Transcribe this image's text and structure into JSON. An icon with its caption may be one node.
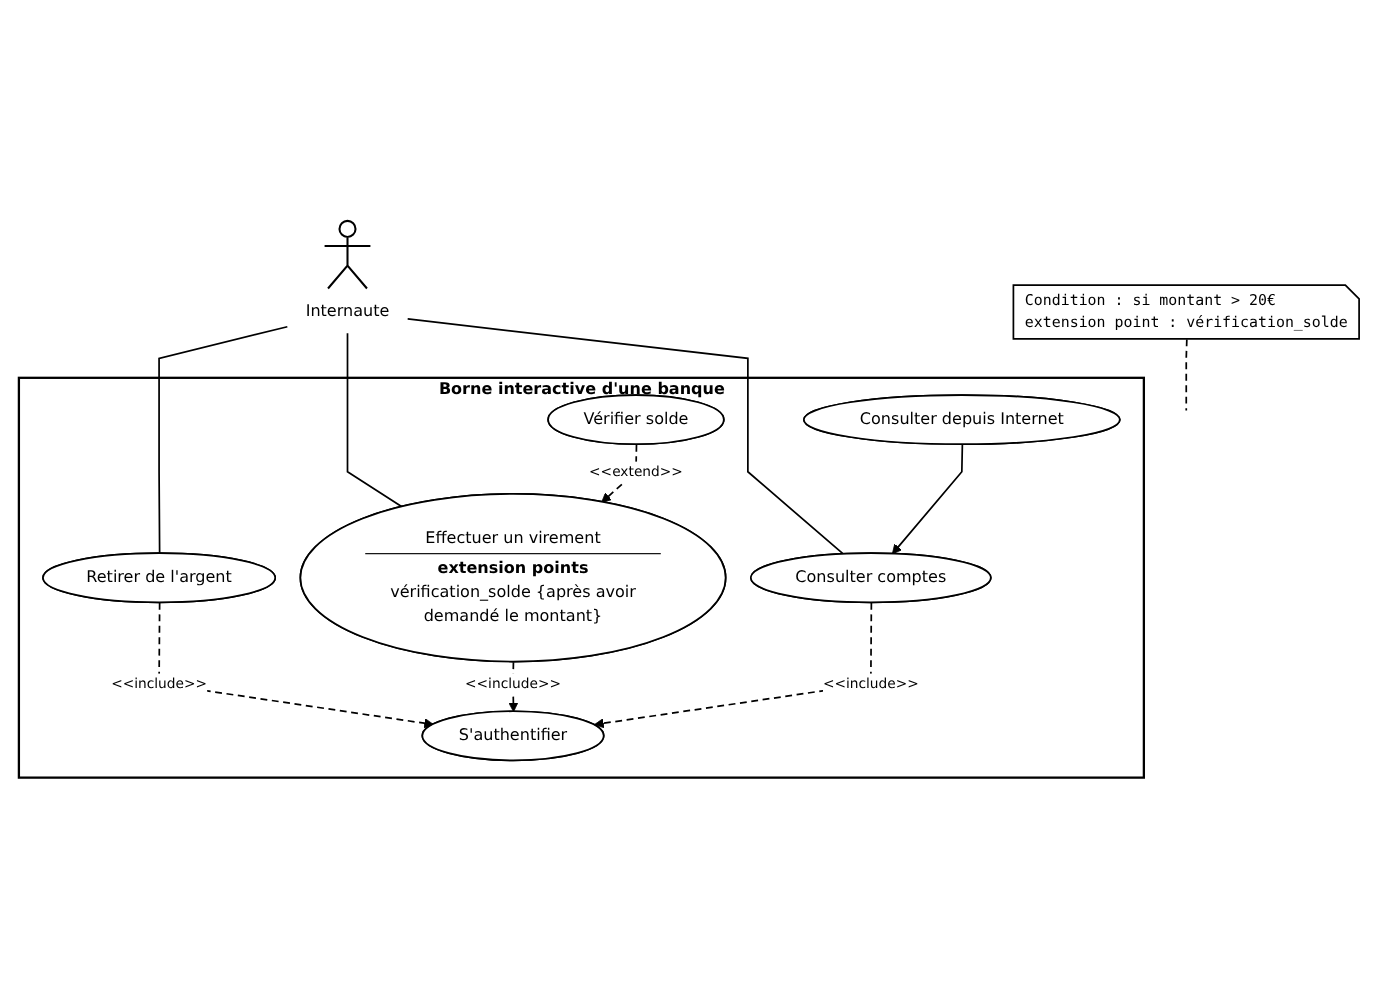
{
  "diagram": {
    "nodes": [
      {
        "text": [
          "Borne interactive d'une banque"
        ]
      },
      {
        "text": [
          "Internaute"
        ]
      },
      {
        "text": [
          "Retirer de l'argent"
        ],
        "in": 0
      },
      {
        "text": [
          "Effectuer un virement",
          "extension points",
          "vérification_solde {après avoir demandé le montant}"
        ],
        "in": 0
      },
      {
        "text": [
          "S'authentifier"
        ],
        "in": 0
      },
      {
        "text": [
          "Vérifier solde"
        ],
        "in": 0
      },
      {
        "text": [
          "Consulter comptes"
        ],
        "in": 0
      },
      {
        "text": [
          "Consulter depuis Internet"
        ],
        "in": 0
      },
      {
        "text": [
          "Condition : si montant > 20€",
          "extension point : vérification_solde"
        ]
      }
    ],
    "edges": [
      {
        "from": 1,
        "to": 2,
        "arrow": "none"
      },
      {
        "from": 1,
        "to": 3,
        "arrow": "none"
      },
      {
        "from": 1,
        "to": 6,
        "arrow": "none"
      },
      {
        "from": 2,
        "to": 4,
        "arrow": "to",
        "label": "<<include>>",
        "style": "dashed"
      },
      {
        "from": 3,
        "to": 4,
        "arrow": "to",
        "label": "<<include>>",
        "style": "dashed"
      },
      {
        "from": 5,
        "to": 3,
        "arrow": "to",
        "label": "<<extend>>",
        "style": "dashed"
      },
      {
        "from": 8,
        "to": null,
        "arrow": "none",
        "style": "dashed"
      },
      {
        "from": 6,
        "to": 4,
        "arrow": "to",
        "label": "<<include>>",
        "style": "dashed"
      },
      {
        "from": 7,
        "to": 6,
        "arrow": "to"
      }
    ]
  }
}
